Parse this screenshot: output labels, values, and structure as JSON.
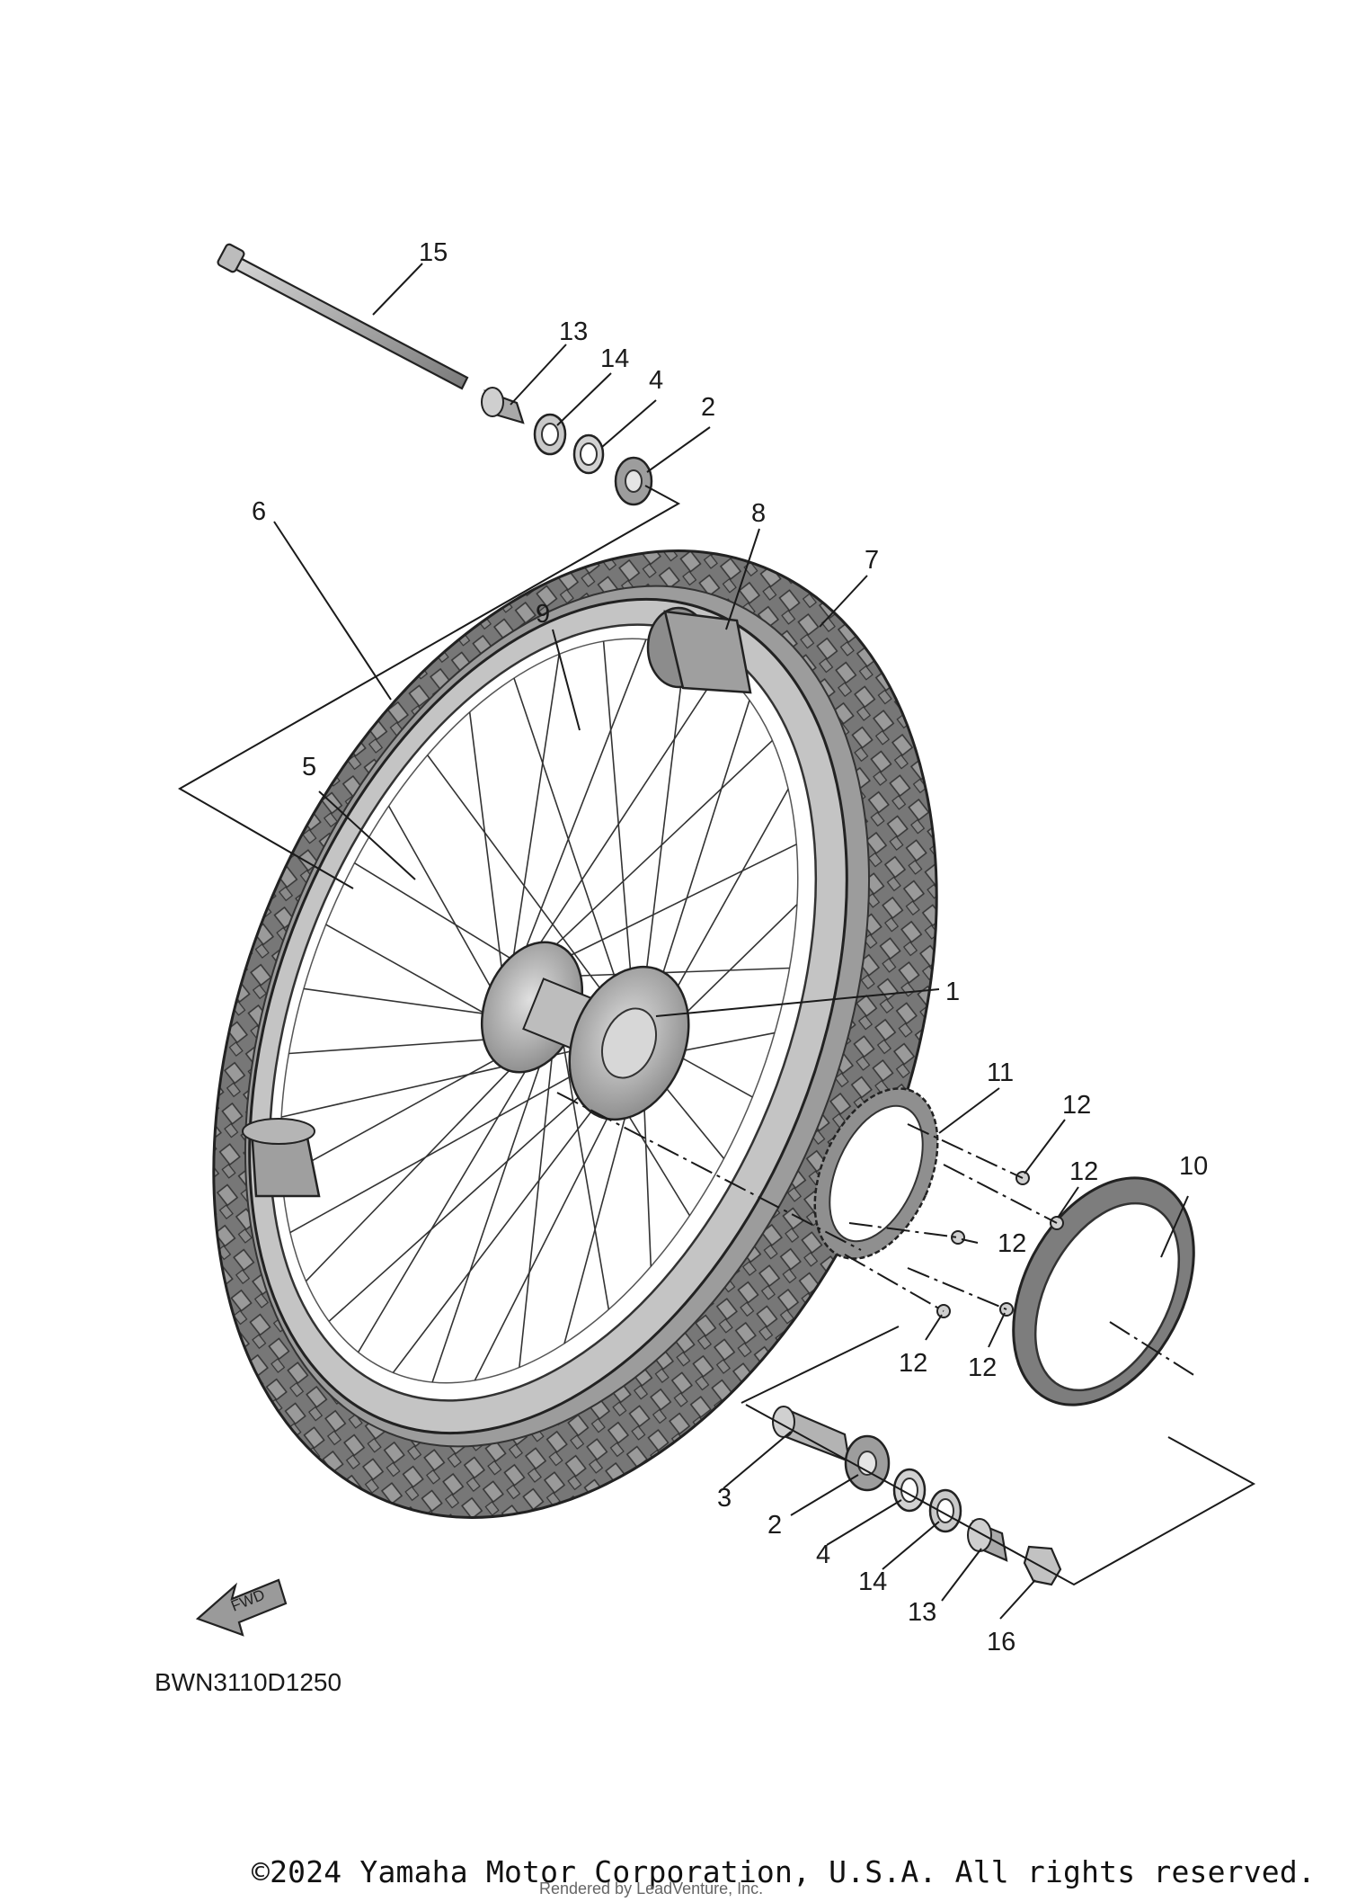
{
  "diagram_code": "BWN3110D1250",
  "fwd_label": "FWD",
  "copyright": "©2024 Yamaha Motor Corporation, U.S.A. All rights reserved.",
  "rendered_by": "Rendered by LeadVenture, Inc.",
  "callouts": {
    "c1": "1",
    "c2a": "2",
    "c2b": "2",
    "c3": "3",
    "c4a": "4",
    "c4b": "4",
    "c5": "5",
    "c6": "6",
    "c7": "7",
    "c8": "8",
    "c9": "9",
    "c10": "10",
    "c11": "11",
    "c12a": "12",
    "c12b": "12",
    "c12c": "12",
    "c12d": "12",
    "c12e": "12",
    "c13a": "13",
    "c13b": "13",
    "c14a": "14",
    "c14b": "14",
    "c15": "15",
    "c16": "16"
  },
  "colors": {
    "tire": "#8e8e8e",
    "rim": "#b9b9b9",
    "metal": "#a8a8a8",
    "line": "#1a1a1a"
  }
}
